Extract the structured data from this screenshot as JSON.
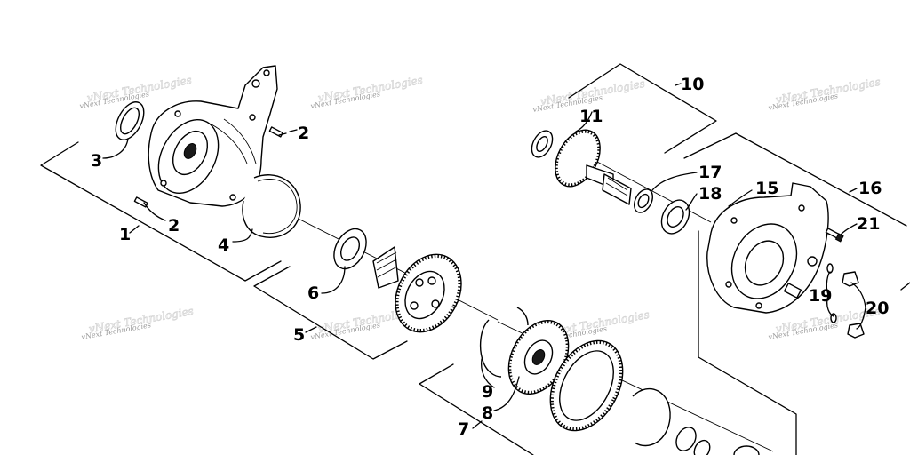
{
  "watermark_text": "vNext Technologies",
  "callouts": {
    "c1": "1",
    "c2a": "2",
    "c2b": "2",
    "c3": "3",
    "c4": "4",
    "c5": "5",
    "c6": "6",
    "c7": "7",
    "c8": "8",
    "c9": "9",
    "c10": "10",
    "c11": "11",
    "c15": "15",
    "c16": "16",
    "c17": "17",
    "c18": "18",
    "c19": "19",
    "c20": "20",
    "c21": "21"
  }
}
